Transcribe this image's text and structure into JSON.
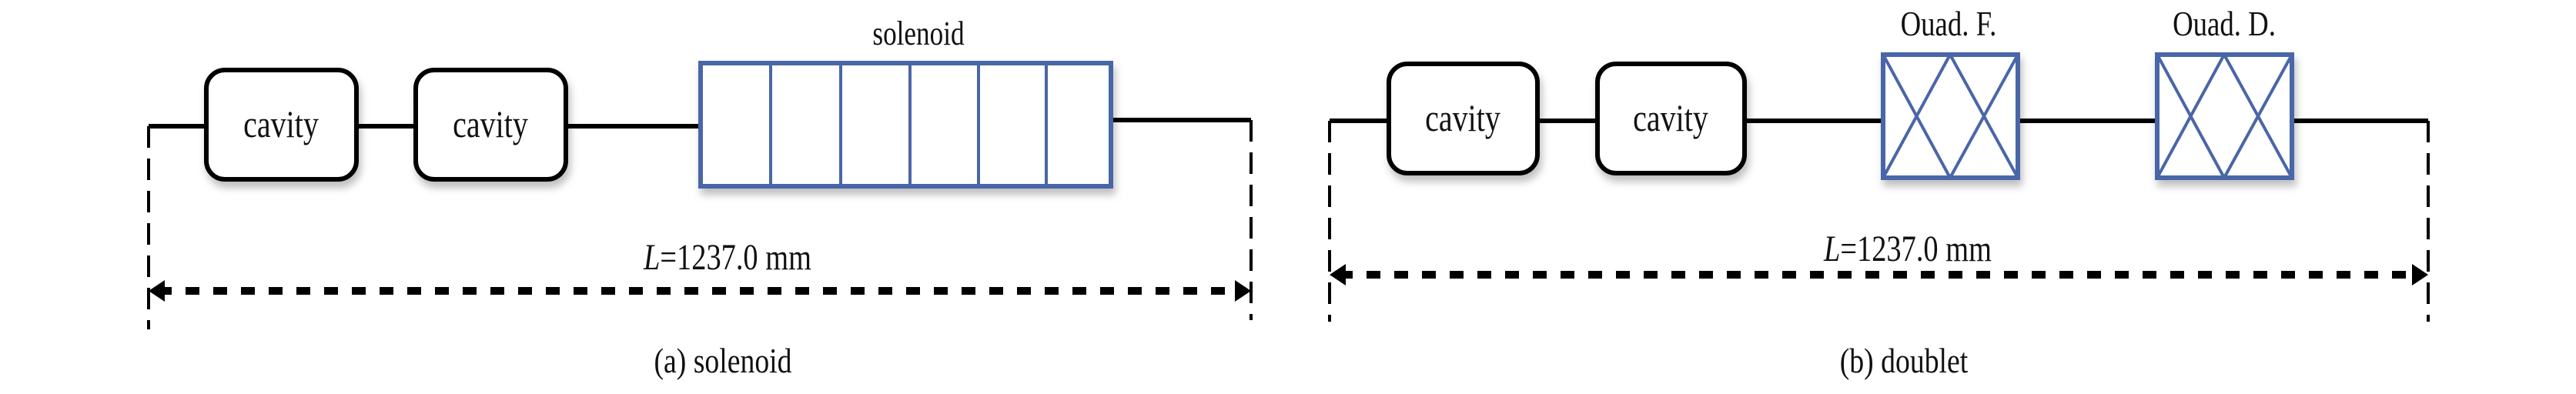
{
  "panel_a": {
    "caption": "(a) solenoid",
    "element_labels": {
      "cavity1": "cavity",
      "cavity2": "cavity",
      "solenoid": "solenoid"
    },
    "length_var": "L",
    "length_value": "=1237.0 mm"
  },
  "panel_b": {
    "caption": "(b) doublet",
    "element_labels": {
      "cavity1": "cavity",
      "cavity2": "cavity",
      "quad_f": "Ouad. F.",
      "quad_d": "Ouad. D."
    },
    "length_var": "L",
    "length_value": "=1237.0 mm"
  },
  "colors": {
    "magnet": "#4a66a8",
    "cavity": "#000000"
  }
}
